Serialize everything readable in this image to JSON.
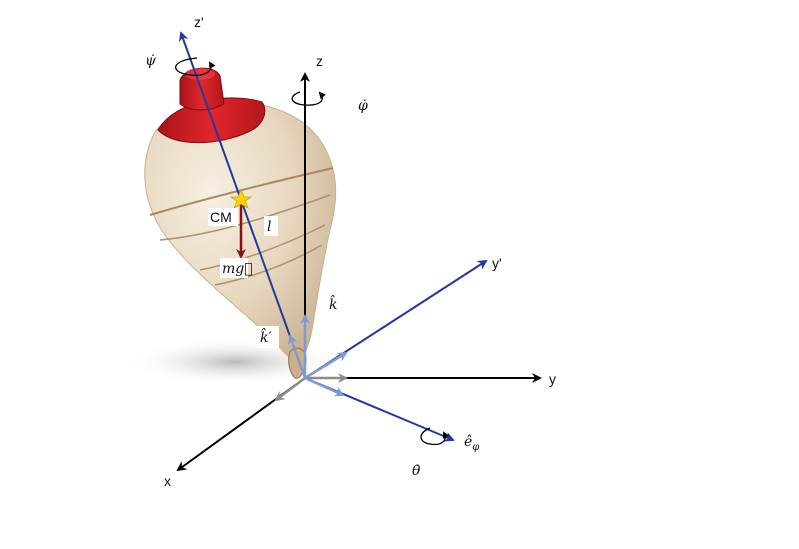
{
  "diagram": {
    "labels": {
      "z": "z",
      "y": "y",
      "x": "x",
      "z_prime": "z'",
      "y_prime": "y'",
      "psi_dot": "ψ̇",
      "phi_dot": "φ̇",
      "theta_dot": "θ̇",
      "cm": "CM",
      "l": "l",
      "mg": "mg⃗",
      "k_hat": "k̂",
      "k_hat_prime": "k̂′",
      "e_phi": "ê",
      "e_phi_sub": "φ"
    },
    "colors": {
      "fixed_axes": "#000000",
      "body_axes": "#233a9c",
      "unit_vector_light": "#7f9bd1",
      "unit_vector_grey": "#8c8c8c",
      "gravity": "#8b1010",
      "cm_marker": "#ffd700",
      "top_wood": "#e9dcc7",
      "top_cap": "#d81f26"
    }
  }
}
